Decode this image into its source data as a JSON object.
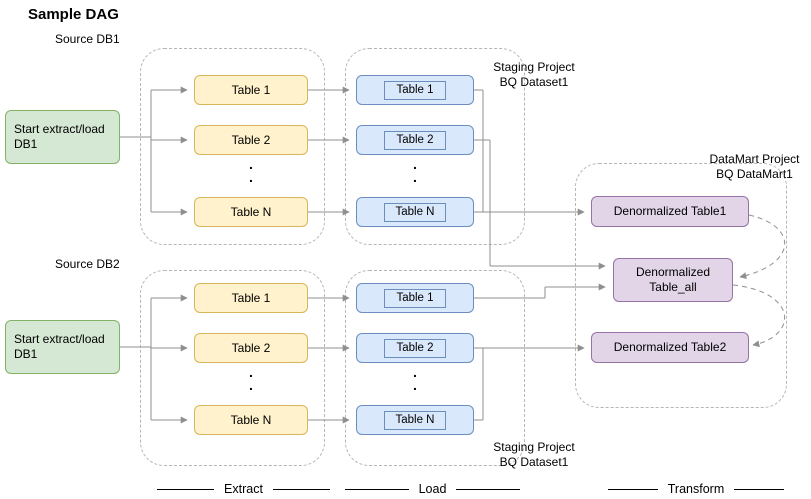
{
  "title": "Sample DAG",
  "sources": [
    {
      "name": "Source DB1",
      "start": [
        "Start extract/load",
        "DB1"
      ]
    },
    {
      "name": "Source DB2",
      "start": [
        "Start extract/load",
        "DB1"
      ]
    }
  ],
  "tables": [
    "Table 1",
    "Table 2",
    "Table N"
  ],
  "dots": [
    ".",
    "."
  ],
  "staging_top": [
    "Staging Project",
    "BQ Dataset1"
  ],
  "staging_bottom": [
    "Staging Project",
    "BQ Dataset1"
  ],
  "datamart_label": [
    "DataMart Project",
    "BQ DataMart1"
  ],
  "datamart": {
    "table1": "Denormalized Table1",
    "table_all": [
      "Denormalized",
      "Table_all"
    ],
    "table2": "Denormalized Table2"
  },
  "legend": {
    "extract": "Extract",
    "load": "Load",
    "transform": "Transform"
  },
  "colors": {
    "green_fill": "#d5e8d4",
    "green_stroke": "#82b366",
    "yellow_fill": "#fff2cc",
    "yellow_stroke": "#d6b656",
    "blue_fill": "#dae8fc",
    "blue_stroke": "#6c8ebf",
    "purple_fill": "#e1d5e7",
    "purple_stroke": "#9673a6",
    "container_stroke": "#b5b5b5",
    "arrow": "#8f8f8f"
  }
}
